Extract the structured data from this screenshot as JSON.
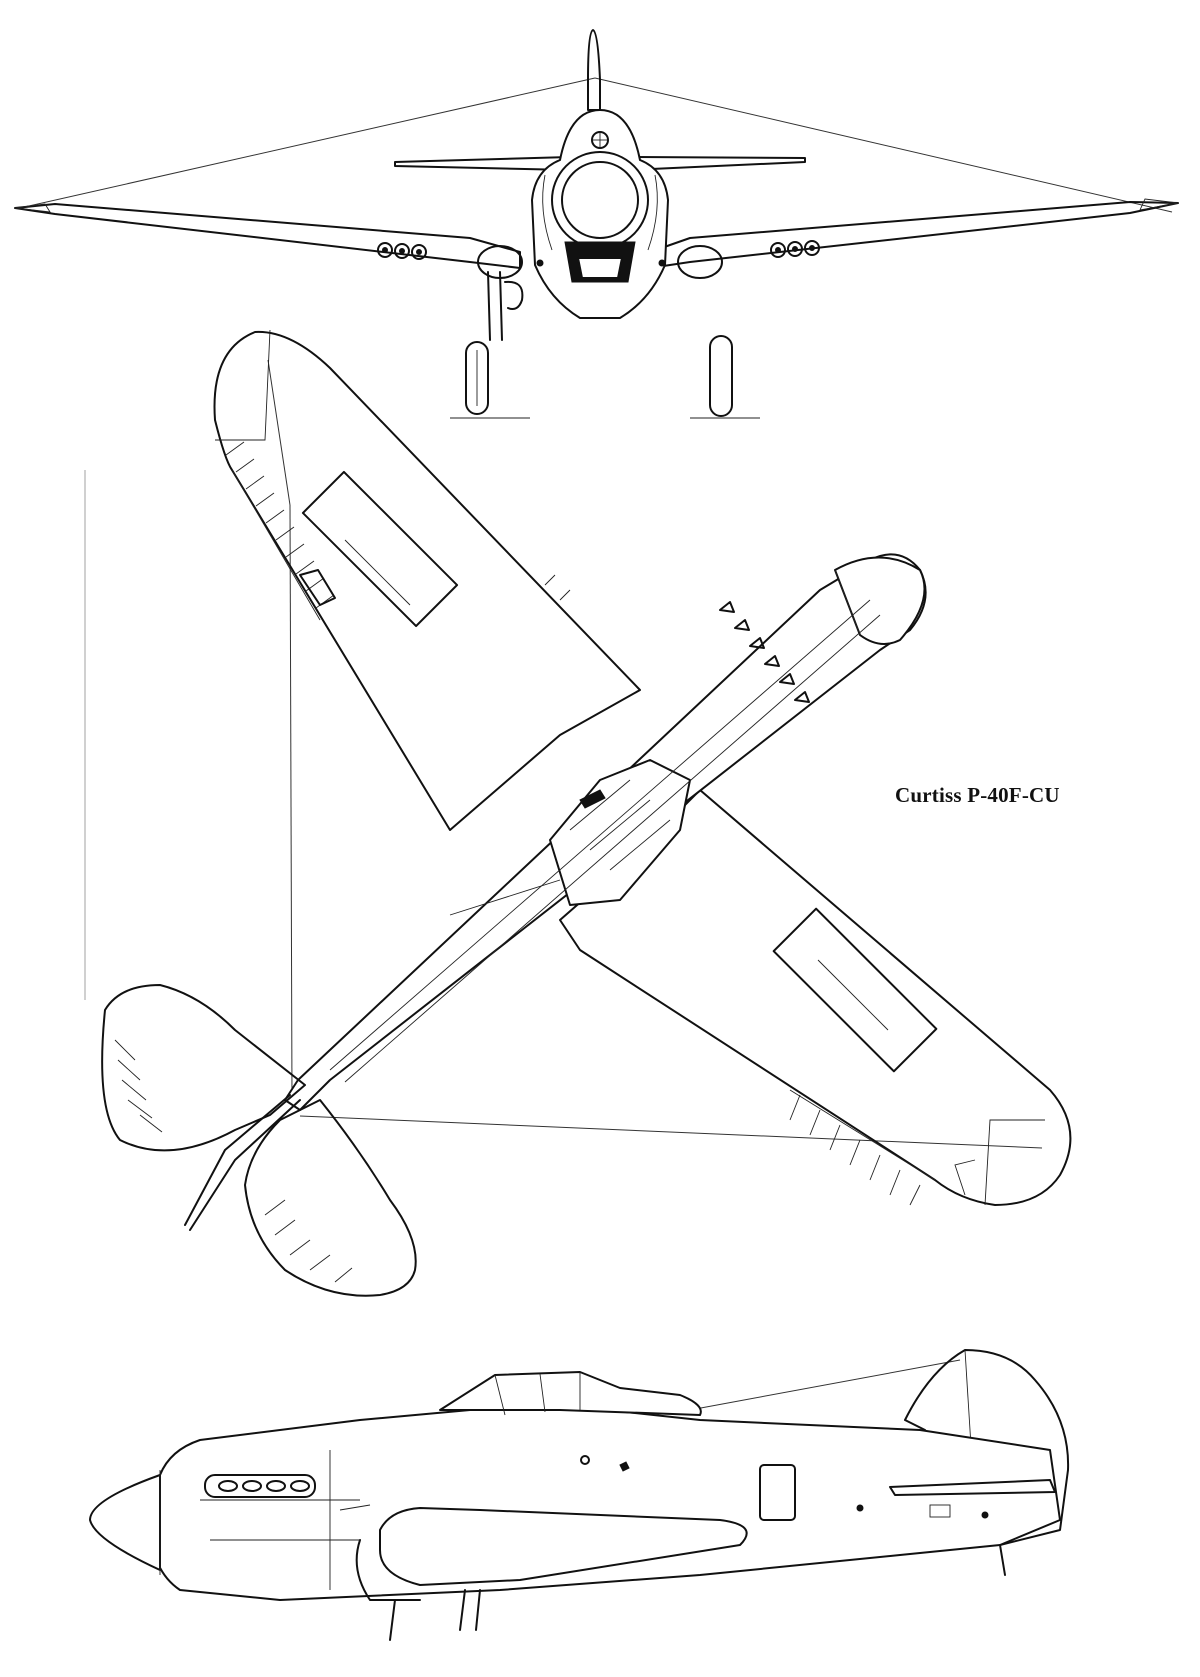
{
  "caption": "Curtiss P-40F-CU",
  "views": [
    {
      "name": "front-view"
    },
    {
      "name": "plan-view"
    },
    {
      "name": "side-view"
    }
  ]
}
